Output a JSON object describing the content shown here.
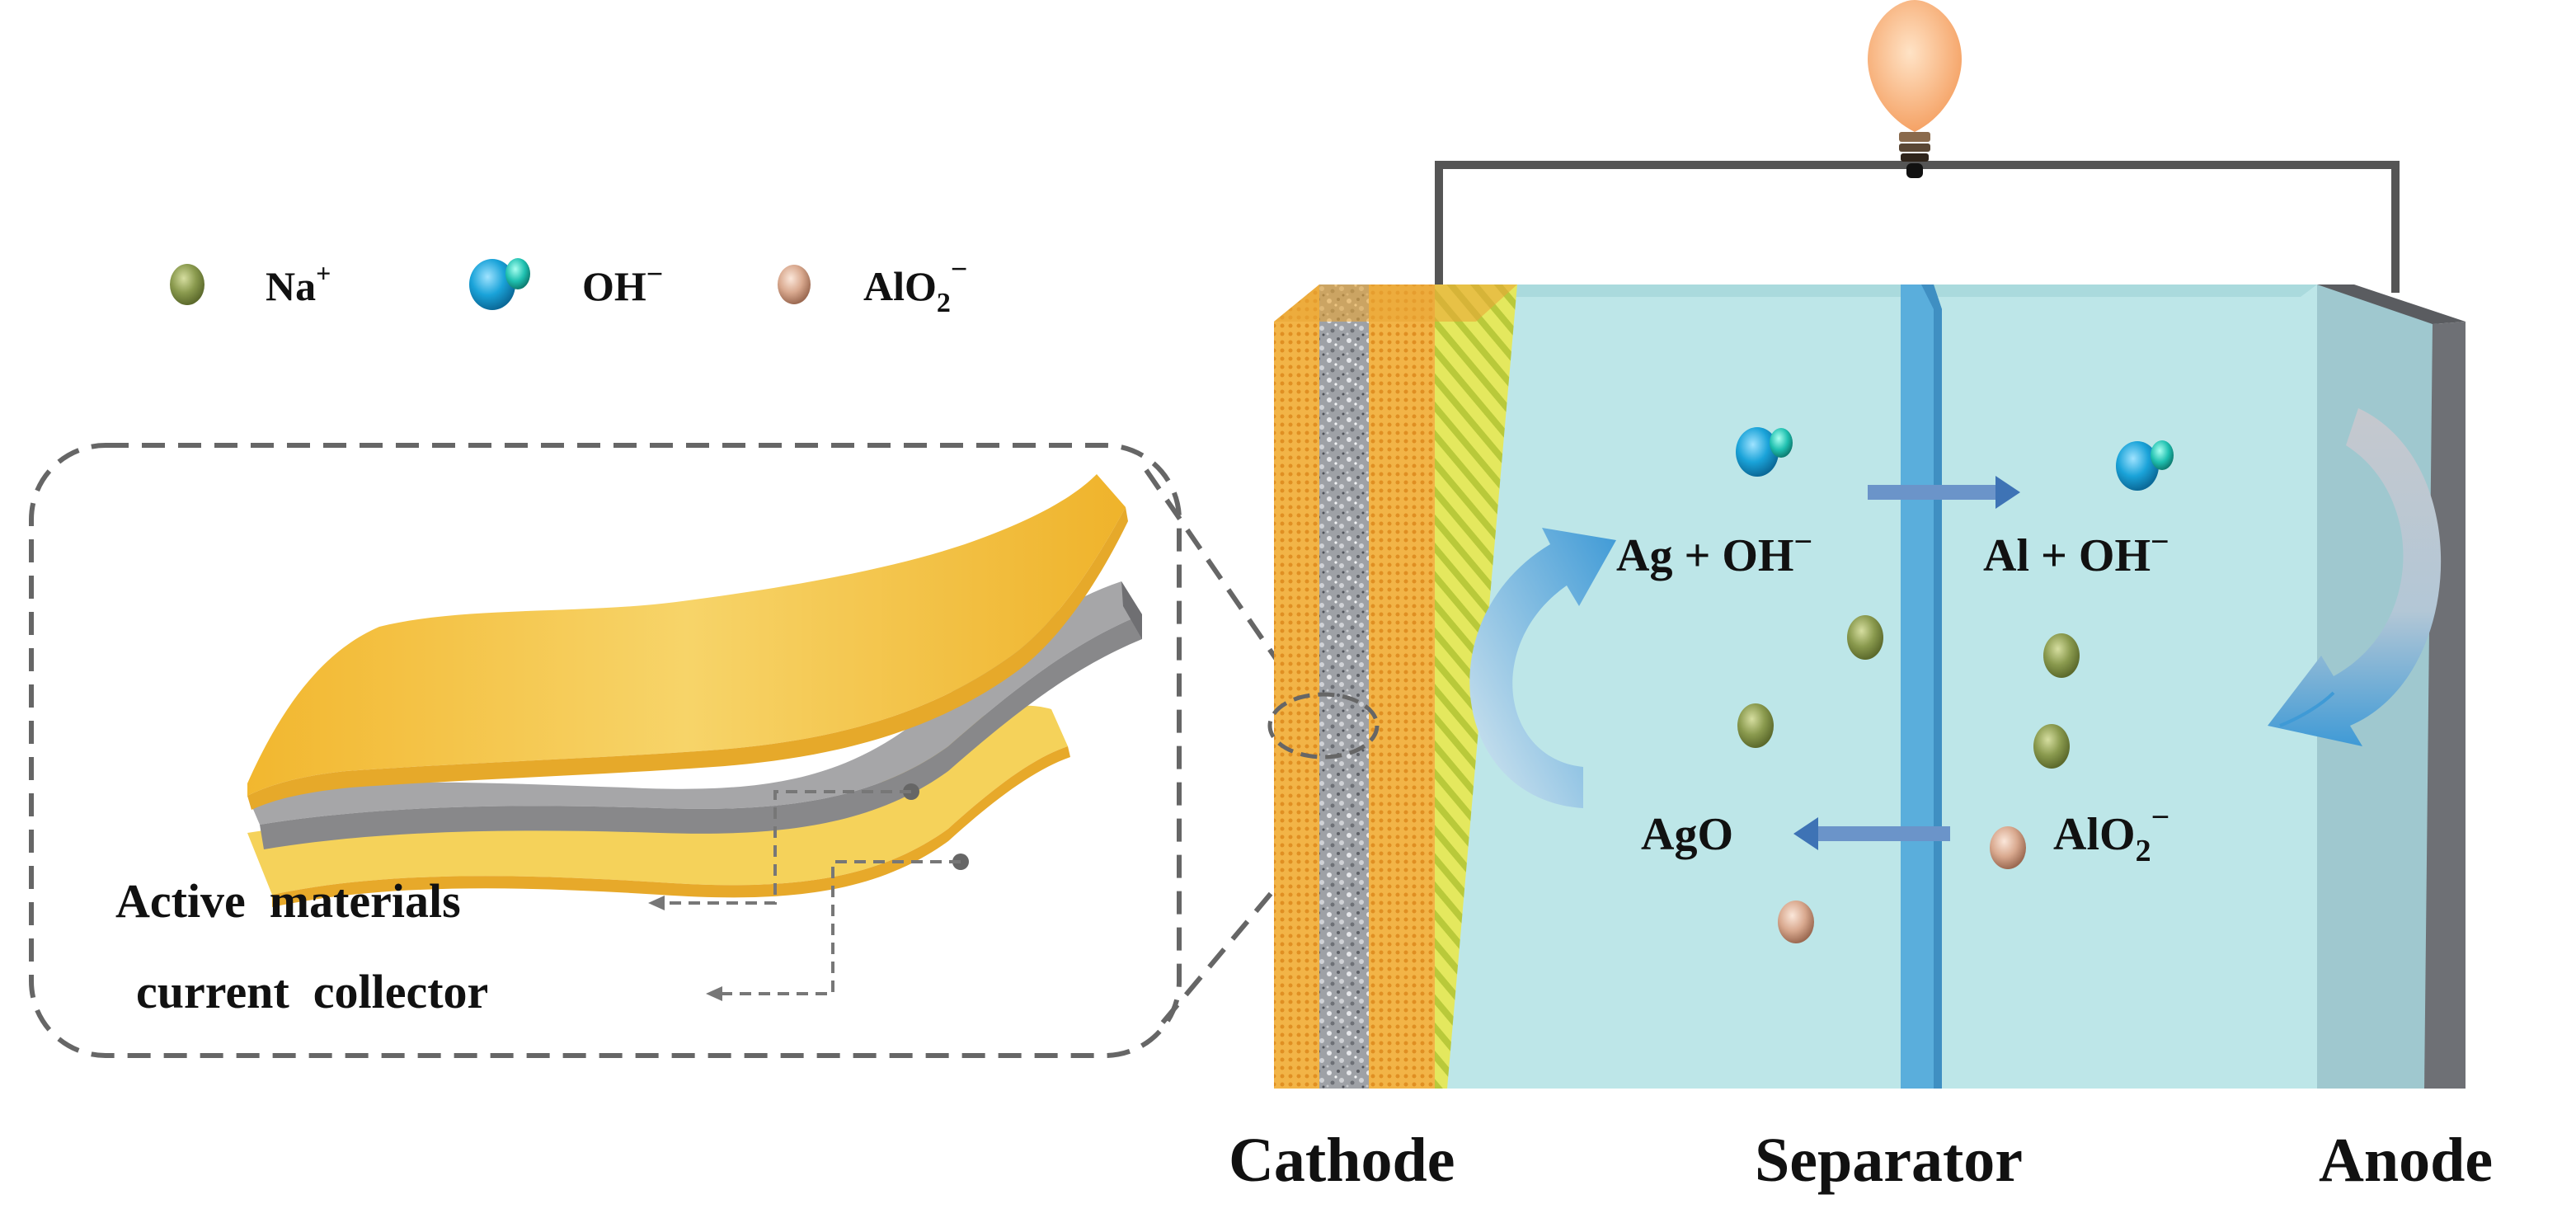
{
  "legend": {
    "items": [
      {
        "label": "Na",
        "sup": "+",
        "icon": "na-ion-sphere",
        "color": "#8a9a4e"
      },
      {
        "label": "OH",
        "sup": "−",
        "icon": "hydroxide-ion-molecule",
        "color": "#1aa3d9"
      },
      {
        "label": "AlO",
        "sub": "2",
        "sup": "−",
        "icon": "aluminate-ion-sphere",
        "color": "#d9a98f"
      }
    ]
  },
  "inset": {
    "active_label": "Active  materials",
    "collector_label": "current  collector"
  },
  "cell": {
    "cathode_label": "Cathode",
    "separator_label": "Separator",
    "anode_label": "Anode",
    "reaction_cathode_top": "Ag + OH",
    "reaction_cathode_top_sup": "−",
    "reaction_anode_top": "Al + OH",
    "reaction_anode_top_sup": "−",
    "reaction_cathode_bottom": "AgO",
    "reaction_anode_bottom": "AlO",
    "reaction_anode_bottom_sub": "2",
    "reaction_anode_bottom_sup": "−"
  },
  "colors": {
    "electrolyte": "#bde6e8",
    "separator": "#5aaedc",
    "anode": "#8a8c90",
    "cathode_gold": "#f0b445",
    "active_layer": "#dfe55a",
    "wire": "#555555",
    "bulb": "#f7b27a"
  }
}
